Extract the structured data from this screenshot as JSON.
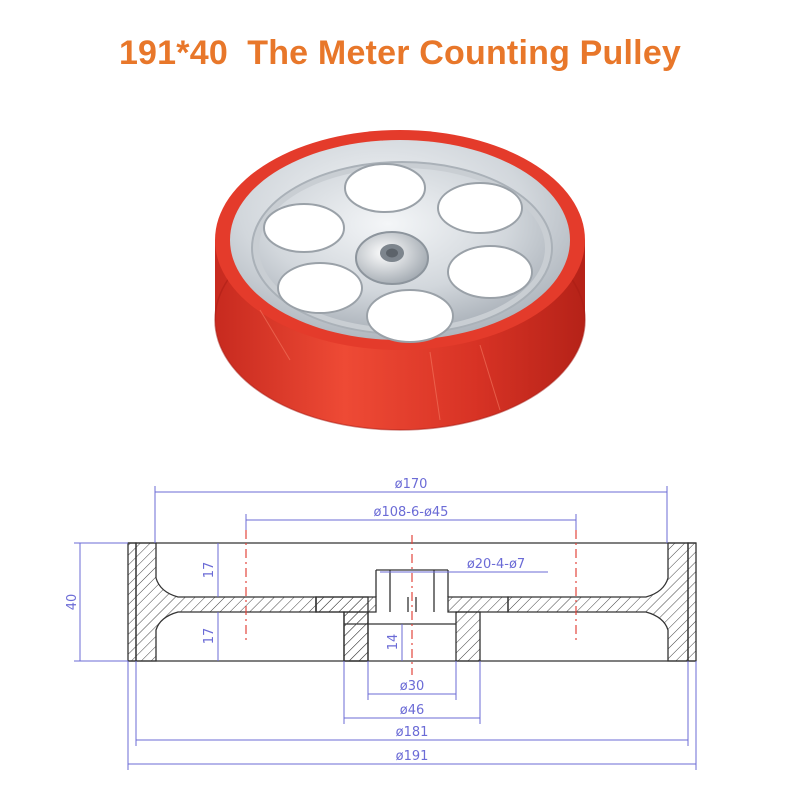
{
  "title": {
    "size_label": "191*40",
    "product_name": "The Meter Counting Pulley",
    "color": "#e8772a"
  },
  "photo": {
    "tread_color": "#dd3a2a",
    "hub_color": "#d4d8dc"
  },
  "drawing": {
    "line_color": "#6b6bd6",
    "hatch_color": "#333333",
    "centerline_color": "#e2453c",
    "dimensions": {
      "d170": "ø170",
      "d108": "ø108-6-ø45",
      "d20": "ø20-4-ø7",
      "h40": "40",
      "h17_top": "17",
      "h17_bottom": "17",
      "h14": "14",
      "d30": "ø30",
      "d46": "ø46",
      "d181": "ø181",
      "d191": "ø191"
    }
  }
}
